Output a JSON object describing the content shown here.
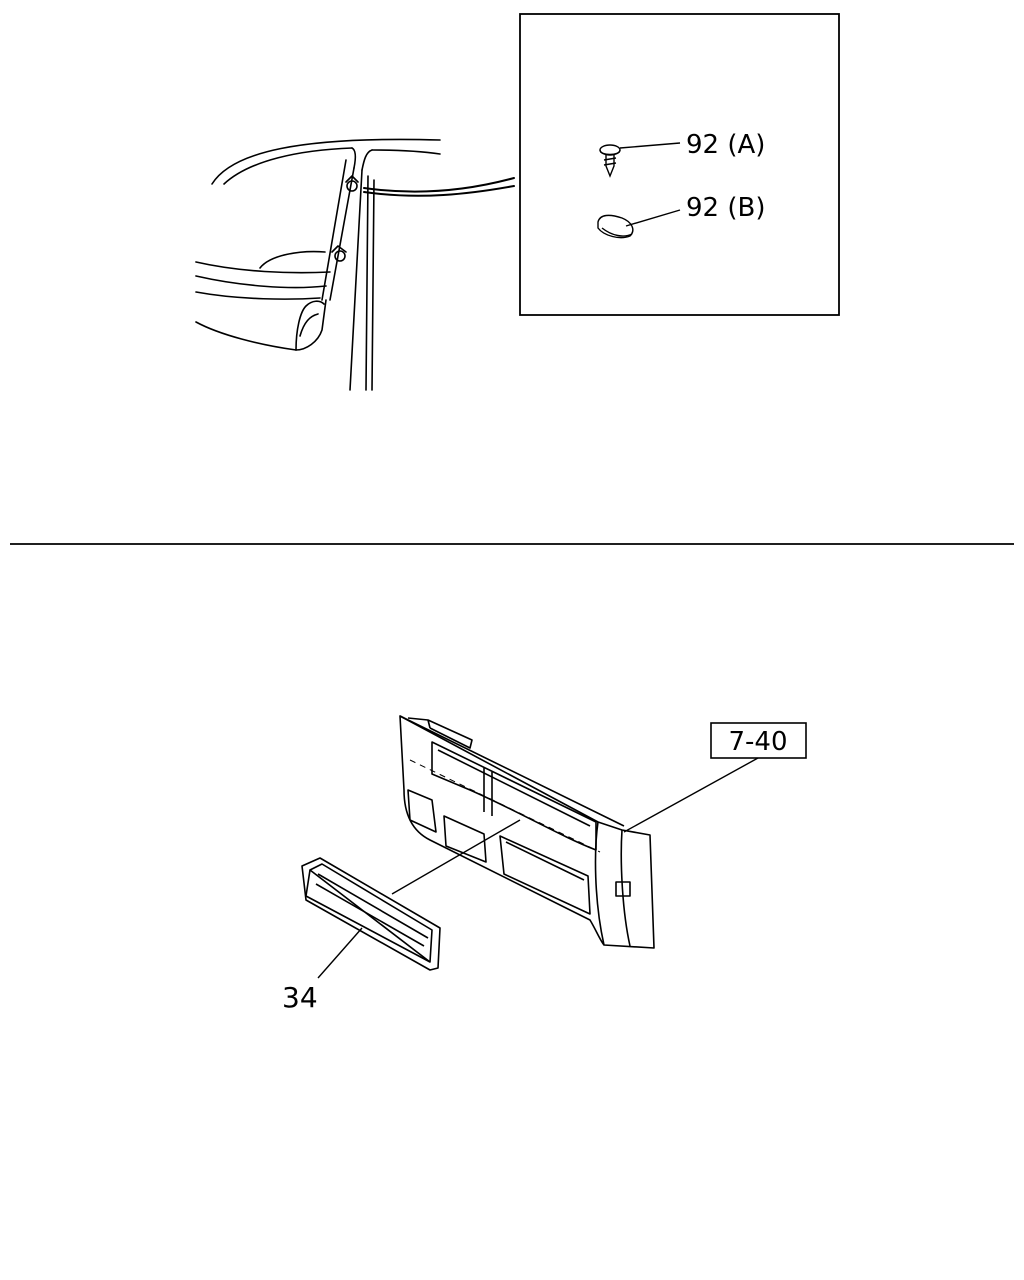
{
  "callouts": {
    "part_92a": "92 (A)",
    "part_92b": "92 (B)",
    "part_34": "34",
    "ref_7_40": "7-40"
  },
  "colors": {
    "line": "#000000",
    "background": "#ffffff"
  }
}
